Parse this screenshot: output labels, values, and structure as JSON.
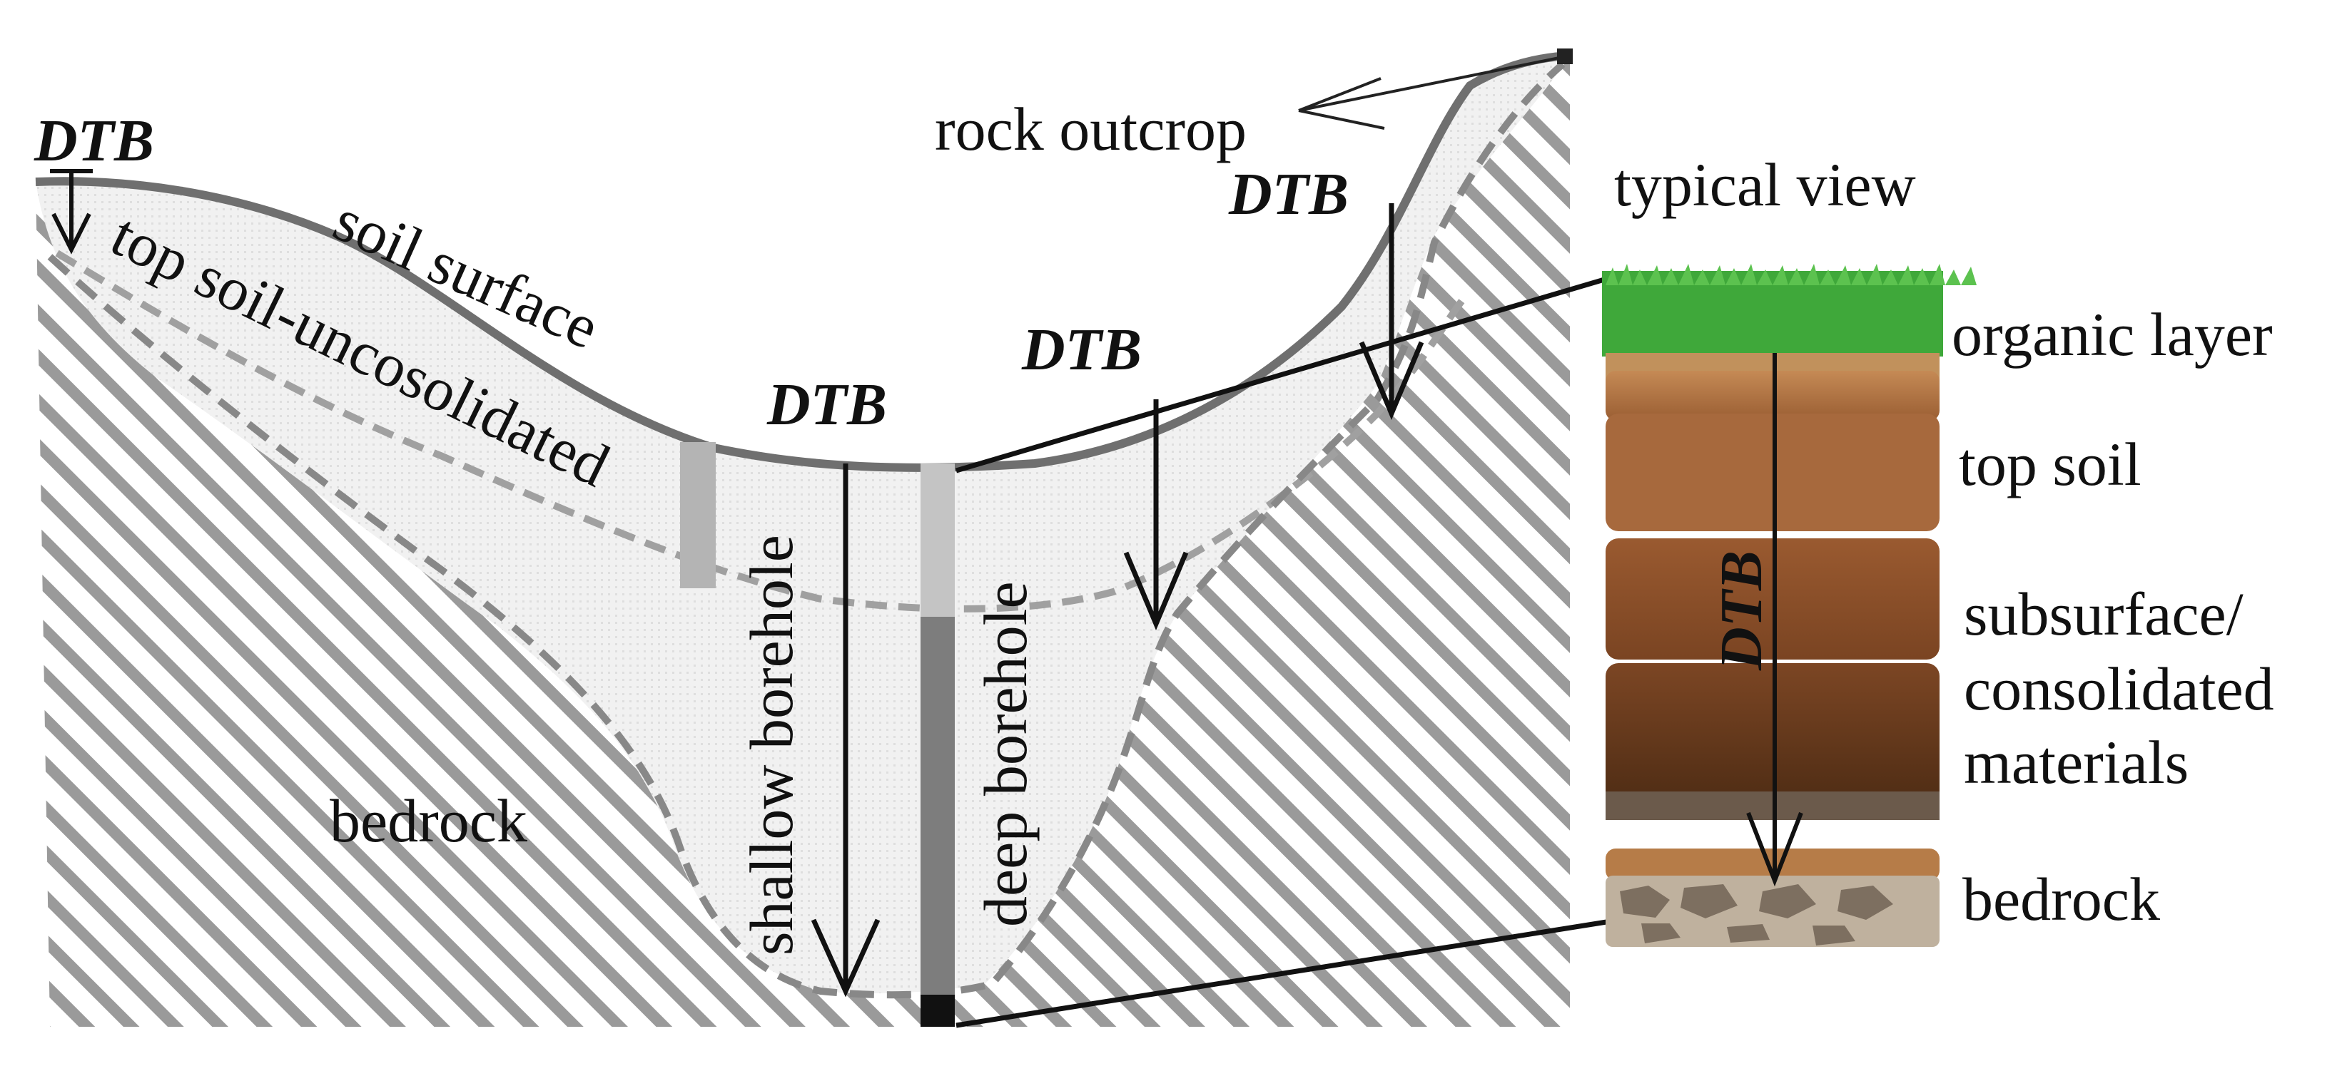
{
  "diagram": {
    "labels": {
      "rock_outcrop": "rock outcrop",
      "typical_view": "typical view",
      "soil_surface": "soil surface",
      "top_soil_unconsolidated": "top soil-uncosolidated",
      "bedrock_left": "bedrock",
      "shallow_borehole": "shallow borehole",
      "deep_borehole": "deep borehole",
      "dtb": "DTB"
    },
    "profile": {
      "organic_layer": "organic layer",
      "top_soil": "top soil",
      "subsurface_line1": "subsurface/",
      "subsurface_line2": "consolidated",
      "subsurface_line3": "materials",
      "bedrock": "bedrock",
      "dtb": "DTB"
    },
    "colors": {
      "grass": "#3fa83a",
      "soil_light": "#a8683a",
      "soil_mid": "#8a4e28",
      "soil_dark": "#5c3418",
      "rock": "#b9aa96",
      "hatch": "#9a9a9a",
      "fill_light": "#ececec"
    }
  }
}
